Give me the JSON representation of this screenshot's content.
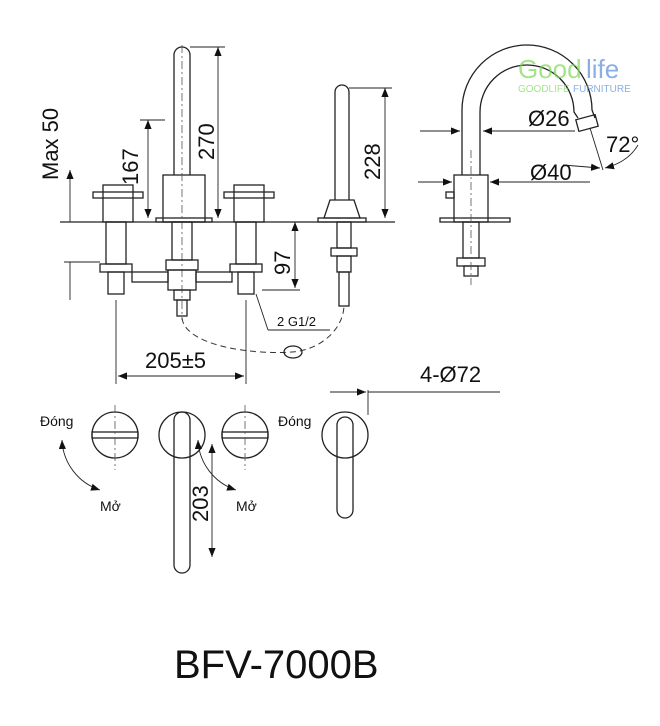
{
  "title": "BFV-7000B",
  "dimensions": {
    "max_deck": "Max 50",
    "handle_height": "167",
    "spout_height": "270",
    "shower_height": "228",
    "shank_length": "97",
    "connection": "2 G1/2",
    "spacing": "205±5",
    "hole_diameter": "4-Ø72",
    "spout_tube": "Ø26",
    "angle": "72°",
    "base_diameter": "Ø40",
    "lever_length": "203"
  },
  "labels": {
    "close_left": "Đóng",
    "open_left": "Mở",
    "close_right": "Đóng",
    "open_right": "Mở"
  },
  "watermark": {
    "brand": "Goodlife",
    "tagline": "GOODLIFE FURNITURE",
    "green": "#7ed957",
    "blue": "#5b8dd9"
  }
}
